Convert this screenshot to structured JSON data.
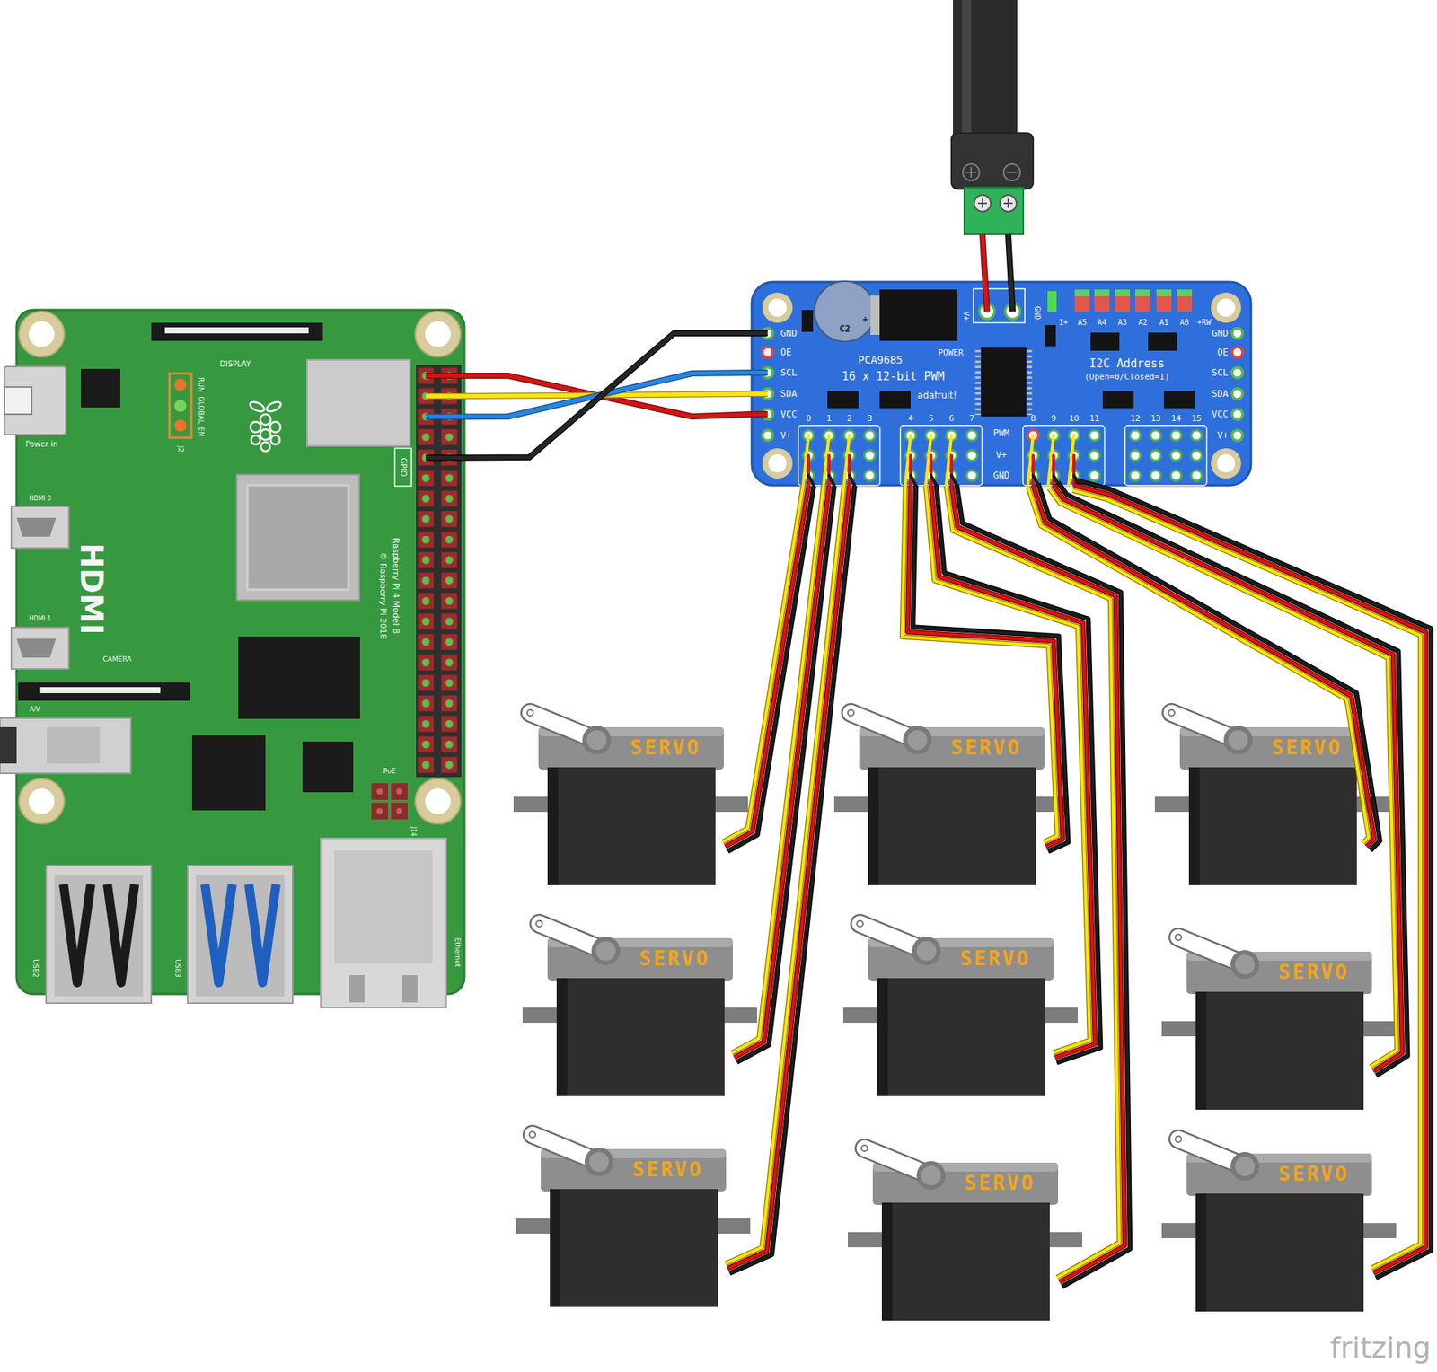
{
  "diagram": {
    "nodes": [
      {
        "text": [
          "Power in",
          "DISPLAY",
          "RUN",
          "GLOBAL_EN",
          "J2",
          "GPIO",
          "HDMI 0",
          "HDMI",
          "Raspberry Pi 4 Model B",
          "© Raspberry Pi 2018",
          "HDMI 1",
          "CAMERA",
          "A/V",
          "PoE",
          "J14",
          "USB2",
          "USB3",
          "Ethernet"
        ]
      },
      {
        "text": [
          "GND",
          "OE",
          "SCL",
          "SDA",
          "VCC",
          "V+",
          "C2",
          "+",
          "PCA9685",
          "16 x 12-bit PWM",
          "adafruit!",
          "POWER",
          "V+",
          "GND",
          "1+",
          "A5",
          "A4",
          "A3",
          "A2",
          "A1",
          "A0",
          "+RW",
          "I2C Address",
          "(Open=0/Closed=1)",
          "GND",
          "OE",
          "SCL",
          "SDA",
          "VCC",
          "V+",
          "0",
          "1",
          "2",
          "3",
          "4",
          "5",
          "6",
          "7",
          "8",
          "9",
          "10",
          "11",
          "12",
          "13",
          "14",
          "15",
          "PWM",
          "V+",
          "GND"
        ]
      },
      {
        "text": [
          "SERVO"
        ]
      },
      {
        "text": [
          "SERVO"
        ]
      },
      {
        "text": [
          "SERVO"
        ]
      },
      {
        "text": [
          "SERVO"
        ]
      },
      {
        "text": [
          "SERVO"
        ]
      },
      {
        "text": [
          "SERVO"
        ]
      },
      {
        "text": [
          "SERVO"
        ]
      },
      {
        "text": [
          "SERVO"
        ]
      },
      {
        "text": [
          "SERVO"
        ]
      }
    ],
    "edges": [
      {
        "from": 0,
        "to": 1,
        "arrow": "none"
      },
      {
        "from": 0,
        "to": 1,
        "arrow": "none"
      },
      {
        "from": 0,
        "to": 1,
        "arrow": "none"
      },
      {
        "from": 0,
        "to": 1,
        "arrow": "none"
      },
      {
        "from": 1,
        "to": 2,
        "arrow": "none"
      },
      {
        "from": 1,
        "to": 5,
        "arrow": "none"
      },
      {
        "from": 1,
        "to": 8,
        "arrow": "none"
      },
      {
        "from": 1,
        "to": 3,
        "arrow": "none"
      },
      {
        "from": 1,
        "to": 6,
        "arrow": "none"
      },
      {
        "from": 1,
        "to": 9,
        "arrow": "none"
      },
      {
        "from": 1,
        "to": 4,
        "arrow": "none"
      },
      {
        "from": 1,
        "to": 7,
        "arrow": "none"
      },
      {
        "from": 1,
        "to": 10,
        "arrow": "none"
      }
    ],
    "labels": [
      "fritzing"
    ]
  }
}
